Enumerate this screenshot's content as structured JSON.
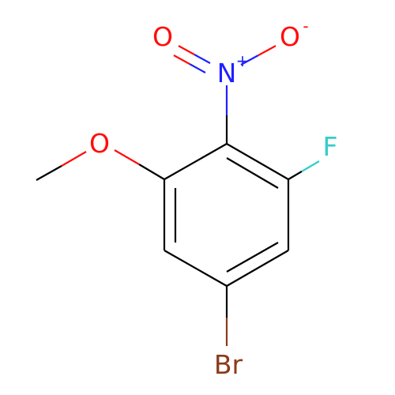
{
  "molecule": {
    "atoms": {
      "O_keto": {
        "symbol": "O",
        "color": "#ff0d0d"
      },
      "O_minus": {
        "symbol": "O",
        "charge": "-",
        "color": "#ff0d0d"
      },
      "N_plus": {
        "symbol": "N",
        "charge": "+",
        "color": "#2020ff"
      },
      "O_methoxy": {
        "symbol": "O",
        "color": "#ff0d0d"
      },
      "F": {
        "symbol": "F",
        "color": "#33cccc"
      },
      "Br": {
        "symbol": "Br",
        "color": "#8b3a1a"
      }
    },
    "colors": {
      "carbon_bond": "#000000",
      "oxygen": "#ff0d0d",
      "nitrogen": "#2020ff",
      "fluorine": "#33cccc",
      "bromine": "#8b3a1a"
    }
  }
}
